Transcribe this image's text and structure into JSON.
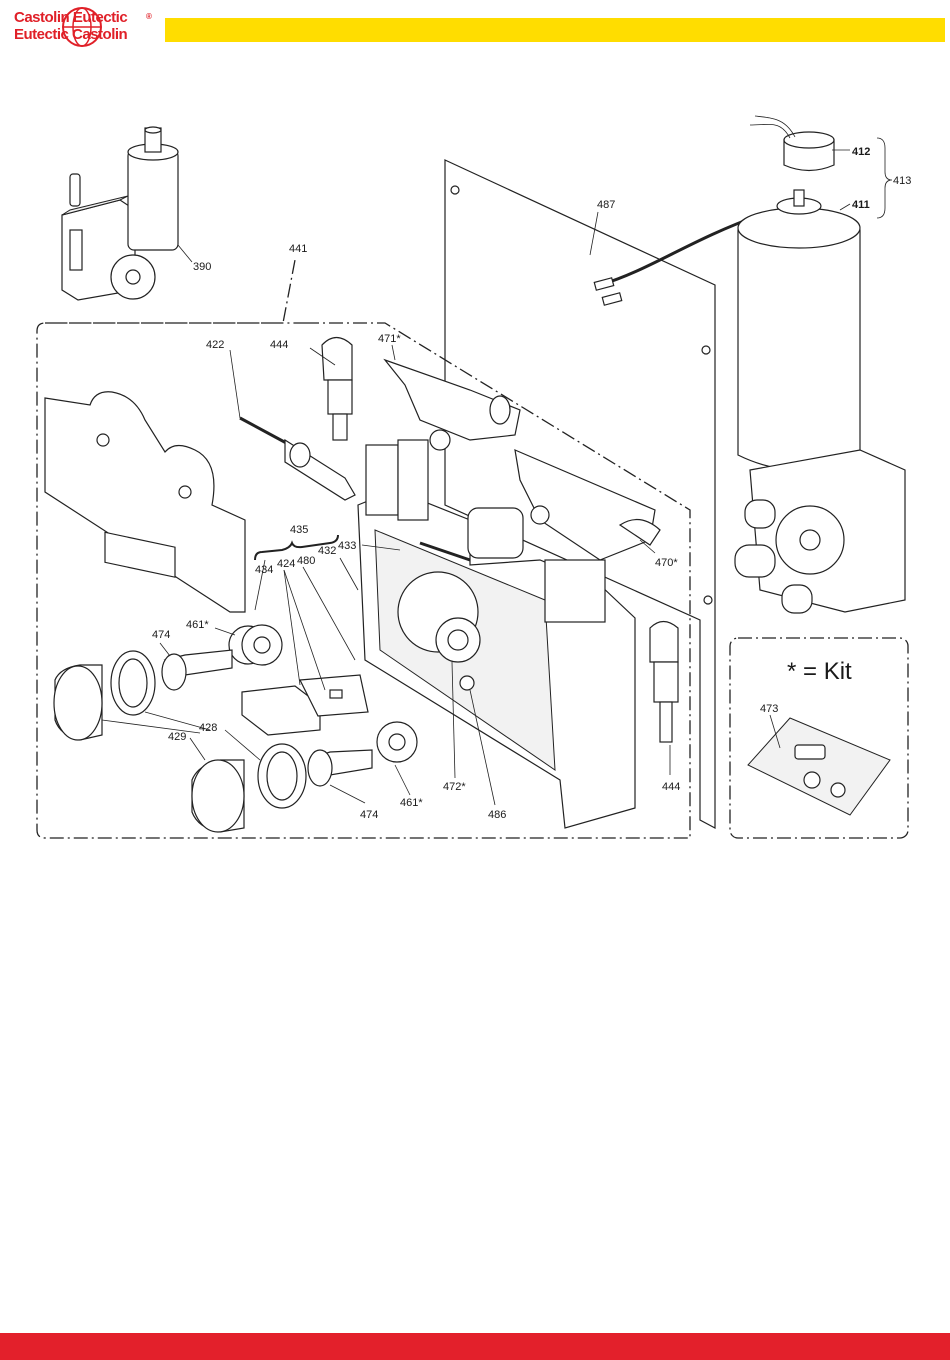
{
  "brand": {
    "line1": "Castolin Eutectic",
    "line2": "Eutectic Castolin",
    "registered": "®"
  },
  "colors": {
    "brand_red": "#e02028",
    "header_yellow": "#ffdd00",
    "footer_red": "#e3202b"
  },
  "diagram": {
    "kit_note": "* = Kit",
    "labels": {
      "p390": "390",
      "p441": "441",
      "p487": "487",
      "p412": "412",
      "p413": "413",
      "p411": "411",
      "p422": "422",
      "p444a": "444",
      "p471": "471*",
      "p435": "435",
      "p432": "432",
      "p433": "433",
      "p434": "434",
      "p424": "424",
      "p480": "480",
      "p461a": "461*",
      "p474a": "474",
      "p428": "428",
      "p429": "429",
      "p474b": "474",
      "p461b": "461*",
      "p472": "472*",
      "p486": "486",
      "p470": "470*",
      "p444b": "444",
      "p473": "473"
    }
  }
}
